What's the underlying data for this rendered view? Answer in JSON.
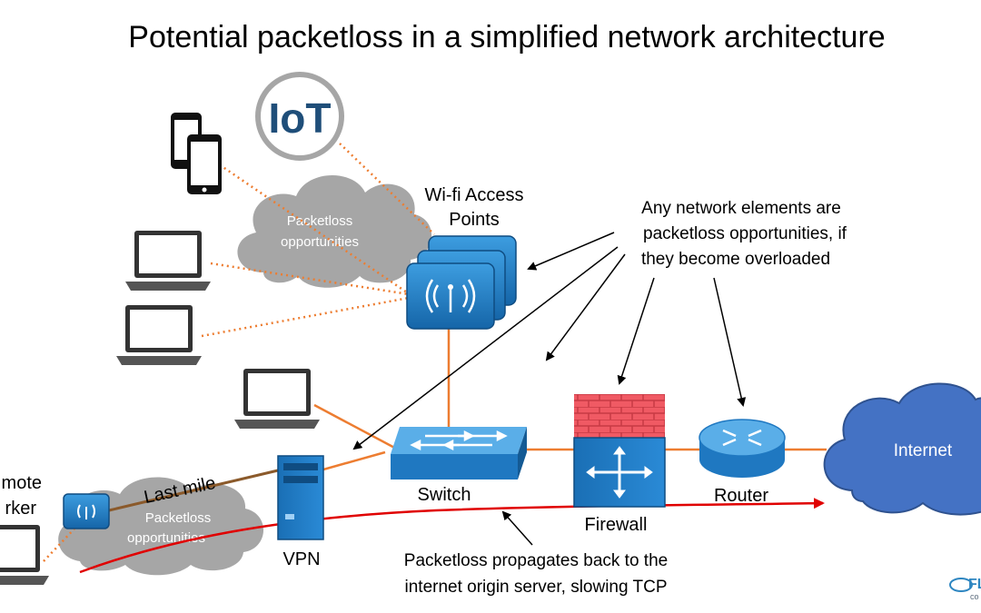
{
  "title": "Potential packetloss in a simplified network architecture",
  "icons": {
    "iot_label": "IoT"
  },
  "labels": {
    "wifi_line1": "Wi-fi Access",
    "wifi_line2": "Points",
    "switch": "Switch",
    "firewall": "Firewall",
    "router": "Router",
    "vpn": "VPN",
    "internet": "Internet",
    "remote_line1": "mote",
    "remote_line2": "rker",
    "last_mile": "Last mile"
  },
  "clouds": {
    "top_line1": "Packetloss",
    "top_line2": "opportunities",
    "bottom_line1": "Packetloss",
    "bottom_line2": "opportunities"
  },
  "annotations": {
    "elements_line1": "Any network elements are",
    "elements_line2": "packetloss opportunities, if",
    "elements_line3": "they become overloaded",
    "propagate_line1": "Packetloss propagates back to the",
    "propagate_line2": "internet origin server, slowing TCP"
  },
  "logo": {
    "text": "FL",
    "sub": "co"
  },
  "colors": {
    "link_orange": "#ed7d31",
    "device_blue": "#1f78c1",
    "cloud_gray": "#a6a6a6",
    "internet_blue": "#4472c4",
    "red_path": "#e00000",
    "firewall_red": "#f0505a",
    "last_mile_brown": "#8b5a2b"
  }
}
